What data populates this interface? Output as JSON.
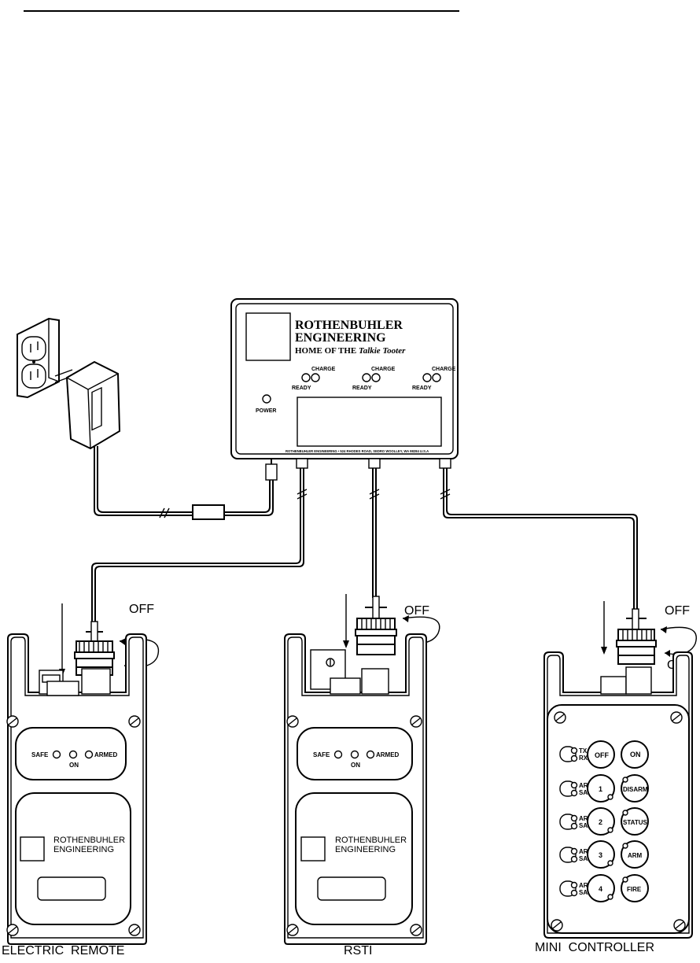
{
  "charger": {
    "brand_line1": "ROTHENBUHLER",
    "brand_line2": "ENGINEERING",
    "tagline_prefix": "HOME OF THE ",
    "tagline_product": "Talkie Tooter",
    "channels": [
      {
        "ready": "READY",
        "charge": "CHARGE"
      },
      {
        "ready": "READY",
        "charge": "CHARGE"
      },
      {
        "ready": "READY",
        "charge": "CHARGE"
      }
    ],
    "power_label": "POWER",
    "footer": "ROTHENBUHLER ENGINEERING • 524 RHODES ROAD, SEDRO WOOLLEY, WA 98284 U.S.A"
  },
  "switch": {
    "off": "OFF",
    "on": "ON"
  },
  "remotes": {
    "electric": {
      "caption": "ELECTRIC  REMOTE",
      "safe": "SAFE",
      "on": "ON",
      "armed": "ARMED",
      "brand_line1": "ROTHENBUHLER",
      "brand_line2": "ENGINEERING"
    },
    "rsti": {
      "caption": "RSTI",
      "safe": "SAFE",
      "on": "ON",
      "armed": "ARMED",
      "brand_line1": "ROTHENBUHLER",
      "brand_line2": "ENGINEERING"
    }
  },
  "mini_controller": {
    "caption": "MINI  CONTROLLER",
    "tx": "TX",
    "rx": "RX",
    "off": "OFF",
    "on": "ON",
    "arm": "ARM",
    "safe": "SAFE",
    "channels": [
      "1",
      "2",
      "3",
      "4"
    ],
    "right_buttons": [
      "DISARM",
      "STATUS",
      "ARM",
      "FIRE"
    ]
  }
}
